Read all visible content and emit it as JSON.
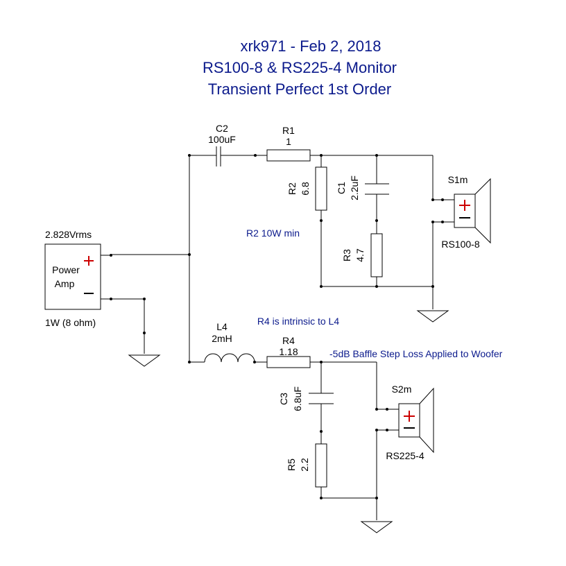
{
  "title": {
    "line1": "xrk971  -  Feb 2, 2018",
    "line2": "RS100-8 & RS225-4 Monitor",
    "line3": "Transient Perfect 1st Order"
  },
  "source": {
    "voltage": "2.828Vrms",
    "label_line1": "Power",
    "label_line2": "Amp",
    "power": "1W (8 ohm)"
  },
  "components": {
    "c2": {
      "ref": "C2",
      "value": "100uF"
    },
    "r1": {
      "ref": "R1",
      "value": "1"
    },
    "r2": {
      "ref": "R2",
      "value": "6.8"
    },
    "c1": {
      "ref": "C1",
      "value": "2.2uF"
    },
    "r3": {
      "ref": "R3",
      "value": "4.7"
    },
    "l4": {
      "ref": "L4",
      "value": "2mH"
    },
    "r4": {
      "ref": "R4",
      "value": "1.18"
    },
    "c3": {
      "ref": "C3",
      "value": "6.8uF"
    },
    "r5": {
      "ref": "R5",
      "value": "2.2"
    }
  },
  "speakers": {
    "s1": {
      "ref": "S1m",
      "model": "RS100-8"
    },
    "s2": {
      "ref": "S2m",
      "model": "RS225-4"
    }
  },
  "notes": {
    "r2_power": "R2 10W min",
    "r4_intrinsic": "R4 is intrinsic to L4",
    "baffle_step": "-5dB Baffle Step Loss Applied to Woofer"
  },
  "colors": {
    "title_text": "#0b1a8c",
    "polarity_plus": "#cc0000",
    "wire": "#000000"
  }
}
